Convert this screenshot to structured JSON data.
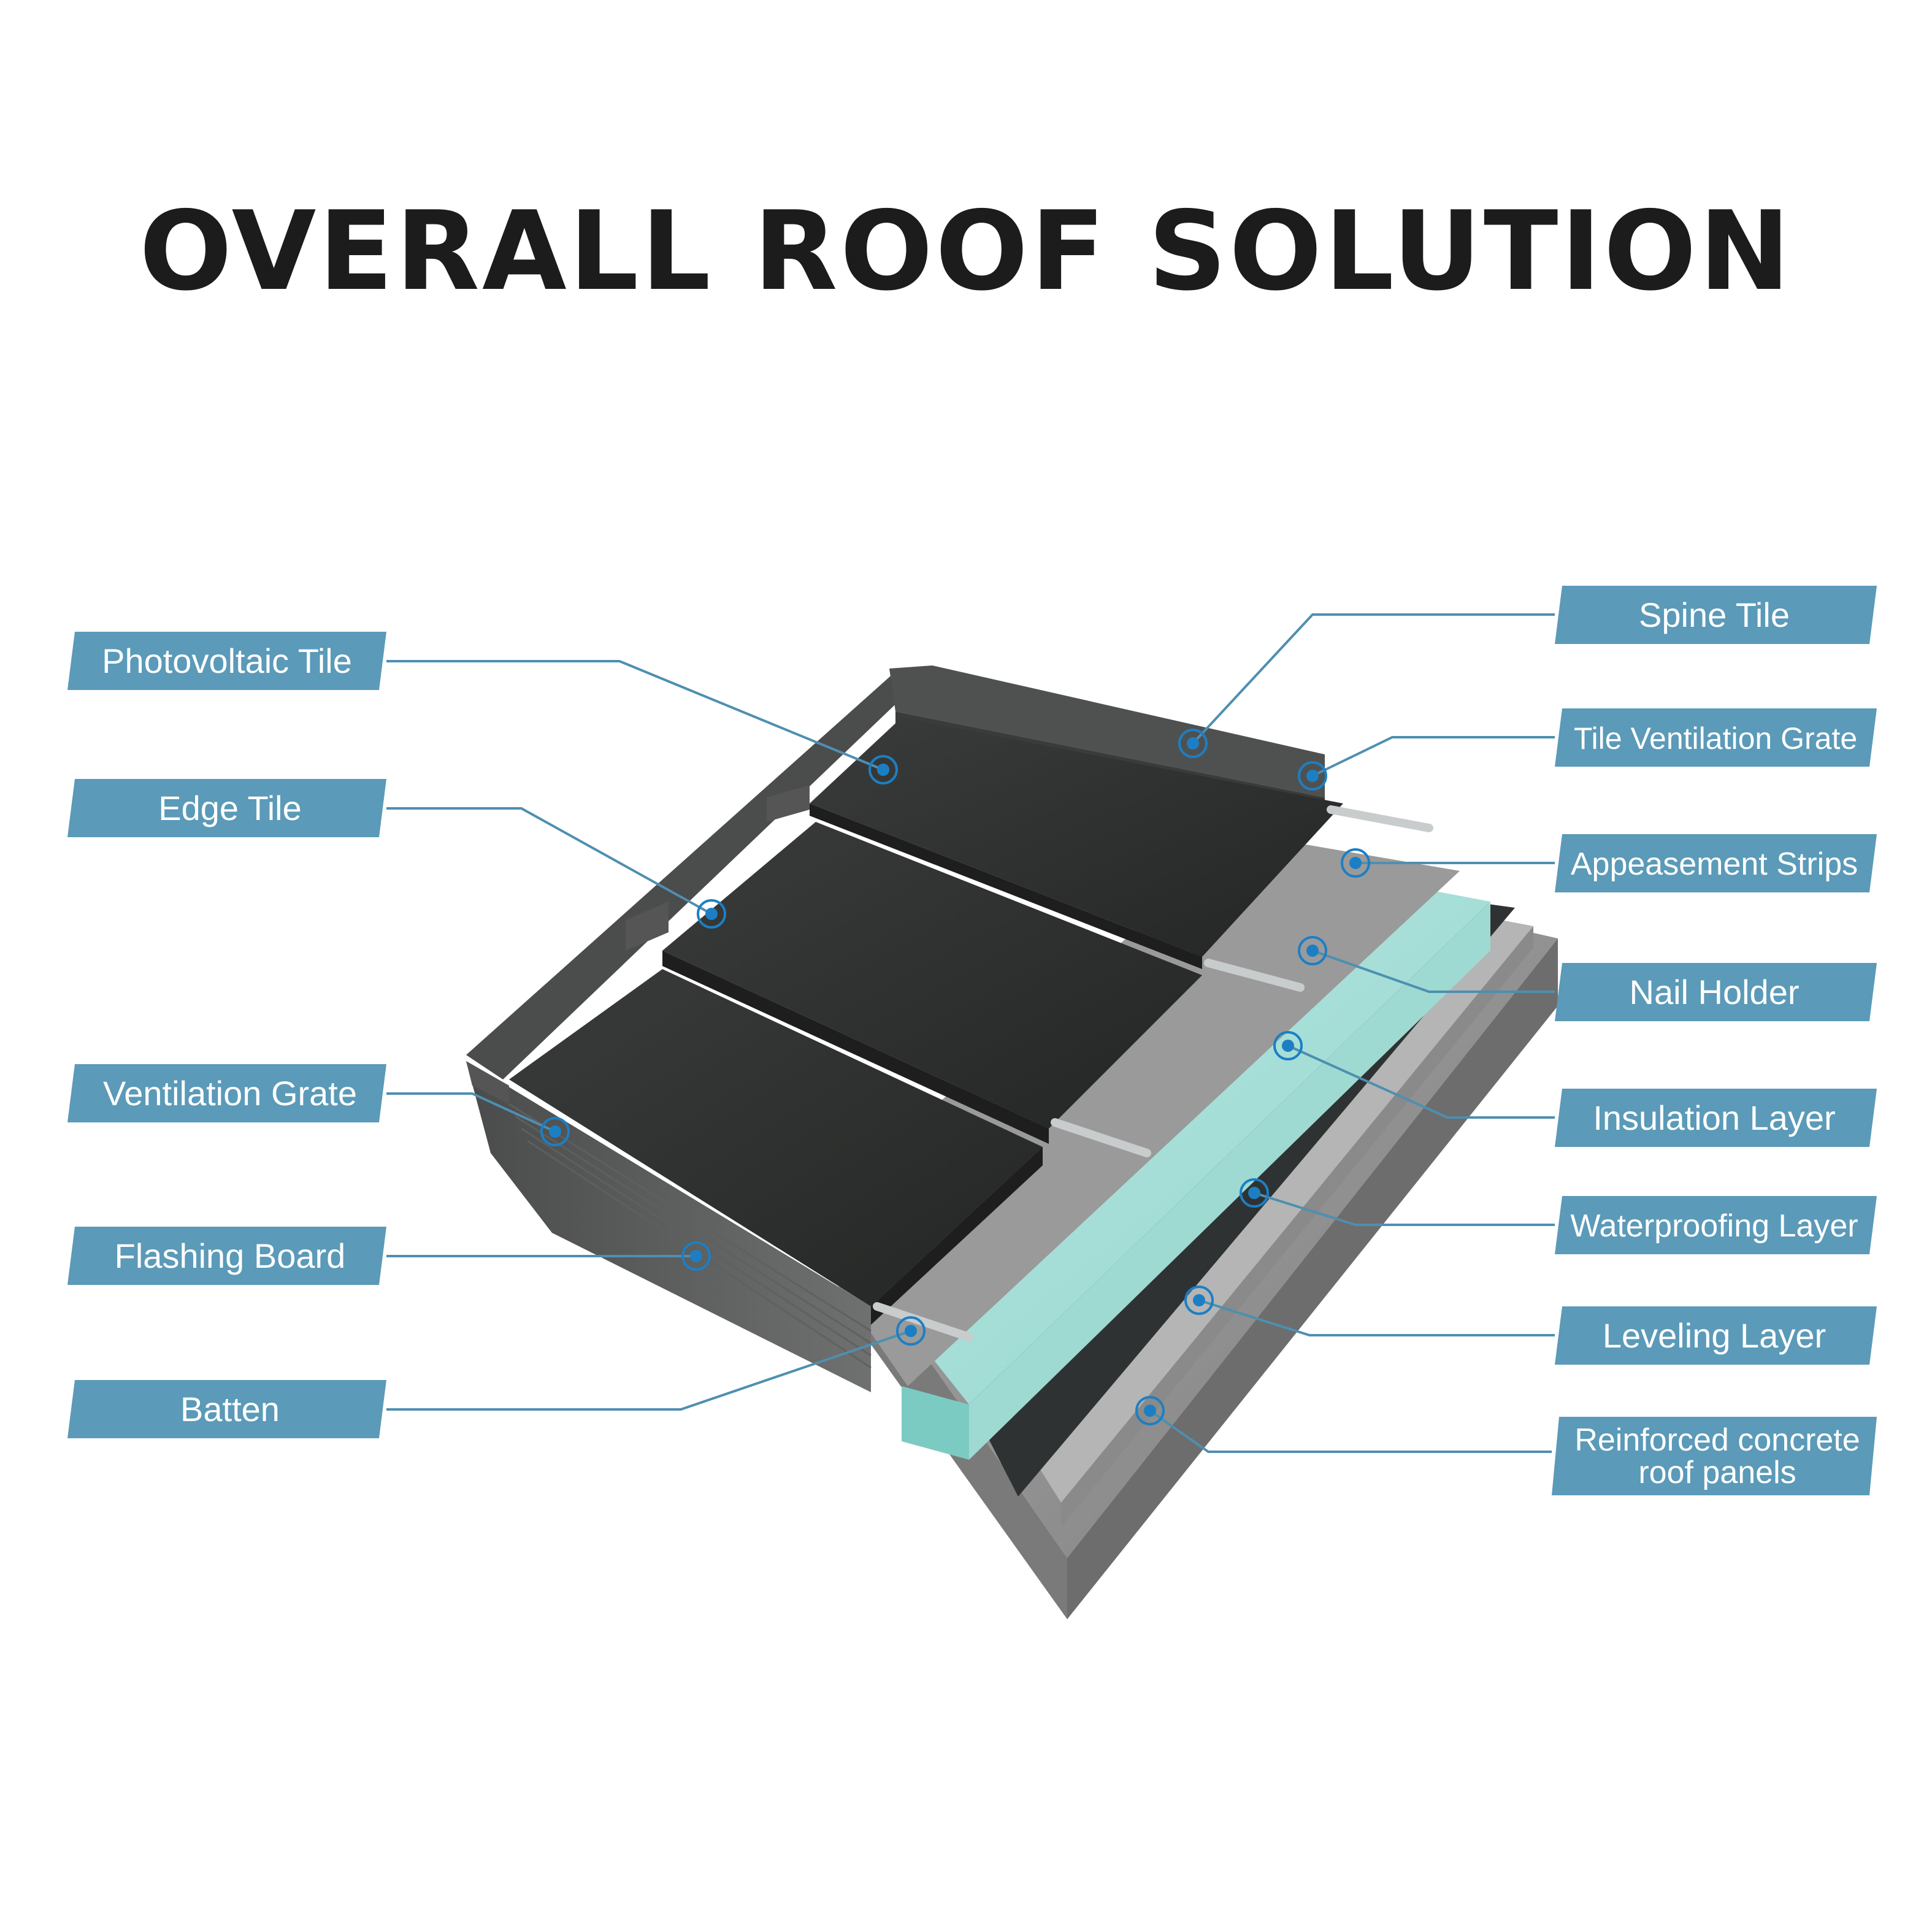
{
  "title": "OVERALL ROOF SOLUTION",
  "colors": {
    "label_bg": "#5b9ab8",
    "leader_line": "#4e8fb0",
    "marker": "#1c7fc4",
    "tile": "#2d2e2d",
    "insulation": "#a9dfd9",
    "concrete": "#8f8f8f"
  },
  "labels_left": [
    {
      "id": "photovoltaic-tile",
      "text": "Photovoltaic Tile"
    },
    {
      "id": "edge-tile",
      "text": "Edge Tile"
    },
    {
      "id": "ventilation-grate",
      "text": "Ventilation Grate"
    },
    {
      "id": "flashing-board",
      "text": "Flashing Board"
    },
    {
      "id": "batten",
      "text": "Batten"
    }
  ],
  "labels_right": [
    {
      "id": "spine-tile",
      "text": "Spine Tile"
    },
    {
      "id": "tile-ventilation-grate",
      "text": "Tile Ventilation Grate"
    },
    {
      "id": "appeasement-strips",
      "text": "Appeasement Strips"
    },
    {
      "id": "nail-holder",
      "text": "Nail Holder"
    },
    {
      "id": "insulation-layer",
      "text": "Insulation Layer"
    },
    {
      "id": "waterproofing-layer",
      "text": "Waterproofing Layer"
    },
    {
      "id": "leveling-layer",
      "text": "Leveling Layer"
    },
    {
      "id": "reinforced-concrete",
      "text": "Reinforced concrete",
      "text2": "roof panels"
    }
  ]
}
